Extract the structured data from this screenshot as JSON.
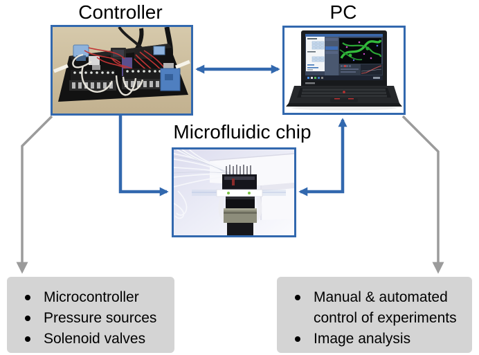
{
  "figure": {
    "type": "system-diagram",
    "nodes": {
      "controller": {
        "label": "Controller",
        "photo": "pneumatic-controller-circuit-board"
      },
      "pc": {
        "label": "PC",
        "photo": "thinkpad-laptop-running-microscopy-software"
      },
      "chip": {
        "label": "Microfluidic chip",
        "photo": "microscope-objective-with-microfluidic-chip-and-tubing"
      }
    },
    "info_boxes": {
      "controller_info": {
        "items": [
          "Microcontroller",
          "Pressure sources",
          "Solenoid valves"
        ]
      },
      "pc_info": {
        "items": [
          "Manual & automated control of experiments",
          "Image analysis"
        ]
      }
    },
    "connections": [
      {
        "from": "controller",
        "to": "pc",
        "bidirectional": true,
        "color": "blue"
      },
      {
        "from": "controller",
        "to": "chip",
        "bidirectional": false,
        "color": "blue"
      },
      {
        "from": "chip",
        "to": "pc",
        "bidirectional": true,
        "color": "blue"
      },
      {
        "from": "controller",
        "to": "controller_info",
        "bidirectional": false,
        "color": "gray"
      },
      {
        "from": "pc",
        "to": "pc_info",
        "bidirectional": false,
        "color": "gray"
      }
    ],
    "colors": {
      "accent_blue": "#3268ae",
      "arrow_gray": "#9b9b9b",
      "info_box_bg": "#d4d4d4",
      "text": "#000000",
      "background": "#ffffff"
    }
  }
}
